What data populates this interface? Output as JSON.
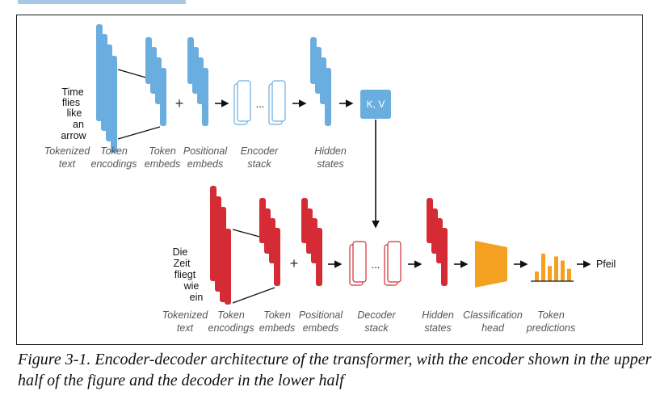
{
  "colors": {
    "encoder": "#6aaee0",
    "decoder": "#d52b35",
    "head": "#f4a020",
    "stack_outline_blue": "#6aaee0",
    "stack_outline_red": "#d52b35"
  },
  "encoder": {
    "input_words": [
      "Time",
      "flies",
      "like",
      "an",
      "arrow"
    ],
    "labels": {
      "tokenized_text": [
        "Tokenized",
        "text"
      ],
      "token_encodings": [
        "Token",
        "encodings"
      ],
      "token_embeds": [
        "Token",
        "embeds"
      ],
      "positional_embeds": [
        "Positional",
        "embeds"
      ],
      "encoder_stack": [
        "Encoder",
        "stack"
      ],
      "hidden_states": [
        "Hidden",
        "states"
      ]
    },
    "kv_label": "K, V",
    "plus": "+",
    "ellipsis": "..."
  },
  "decoder": {
    "input_words": [
      "Die",
      "Zeit",
      "fliegt",
      "wie",
      "ein"
    ],
    "labels": {
      "tokenized_text": [
        "Tokenized",
        "text"
      ],
      "token_encodings": [
        "Token",
        "encodings"
      ],
      "token_embeds": [
        "Token",
        "embeds"
      ],
      "positional_embeds": [
        "Positional",
        "embeds"
      ],
      "decoder_stack": [
        "Decoder",
        "stack"
      ],
      "hidden_states": [
        "Hidden",
        "states"
      ],
      "classification_head": [
        "Classification",
        "head"
      ],
      "token_predictions": [
        "Token",
        "predictions"
      ]
    },
    "output_word": "Pfeil",
    "plus": "+",
    "ellipsis": "...",
    "prediction_bar_levels": [
      0.35,
      1.0,
      0.55,
      0.9,
      0.75,
      0.45
    ]
  },
  "caption": "Figure 3-1. Encoder-decoder architecture of the transformer, with the encoder shown in the upper half of the figure and the decoder in the lower half"
}
